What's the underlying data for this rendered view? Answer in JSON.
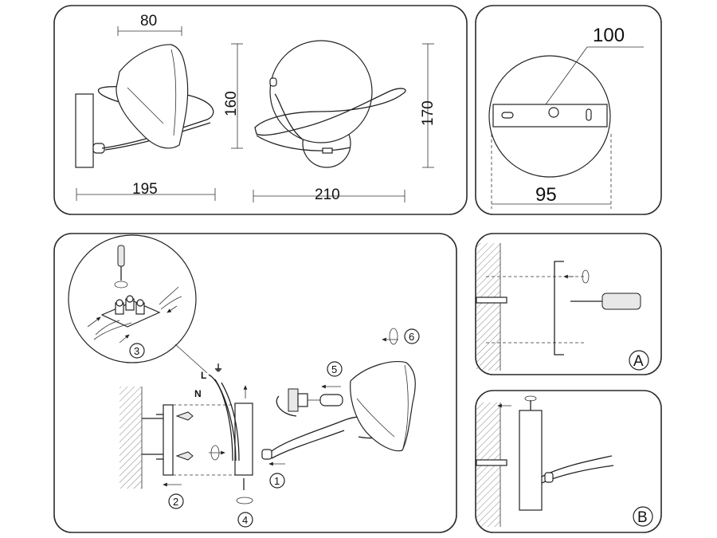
{
  "dimensions": {
    "shade_width": "80",
    "height_side": "160",
    "depth_side": "195",
    "width_front": "210",
    "height_front": "170",
    "plate_diameter": "100",
    "plate_depth": "95"
  },
  "steps": [
    "1",
    "2",
    "3",
    "4",
    "5",
    "6"
  ],
  "wire_labels": {
    "ground": "⏚",
    "neutral": "N",
    "live": "L"
  },
  "detail_labels": {
    "a": "A",
    "b": "B"
  }
}
